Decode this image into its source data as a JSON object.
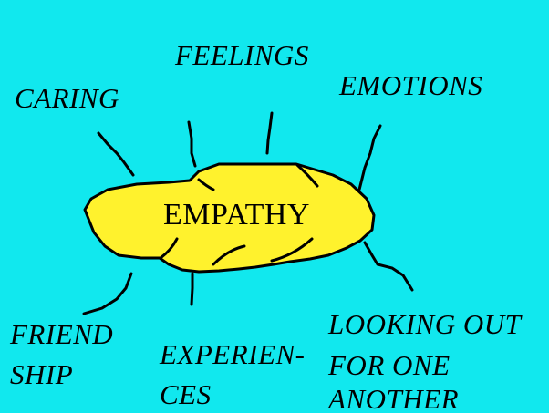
{
  "colors": {
    "background": "#11e8ee",
    "cloud_fill": "#fff22d",
    "stroke": "#000000"
  },
  "center": {
    "label": "EMPATHY"
  },
  "branches": {
    "caring": "CARING",
    "feelings": "FEELINGS",
    "emotions": "EMOTIONS",
    "friendship_line1": "FRIEND",
    "friendship_line2": "SHIP",
    "experiences_line1": "EXPERIEN-",
    "experiences_line2": "CES",
    "looking_out_line1": "LOOKING OUT",
    "looking_out_line2": "FOR ONE",
    "looking_out_line3": "ANOTHER"
  }
}
